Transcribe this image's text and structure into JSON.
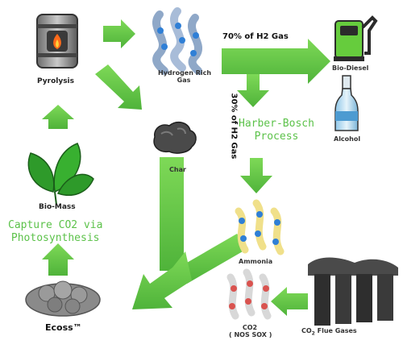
{
  "labels": {
    "pyrolysis": "Pyrolysis",
    "hydrogen_line1": "Hydrogen Rich",
    "hydrogen_line2": "Gas",
    "char": "Char",
    "biomass": "Bio-Mass",
    "capture_line1": "Capture CO2 via",
    "capture_line2": "Photosynthesis",
    "ecoss": "Ecoss™",
    "h2_70": "70% of H2 Gas",
    "h2_30": "30% of H2 Gas",
    "harber_line1": "Harber-Bosch",
    "harber_line2": "Process",
    "biodiesel": "Bio-Diesel",
    "alcohol": "Alcohol",
    "ammonia": "Ammonia",
    "co2": "CO2",
    "nos_sox": "( NOS SOX )",
    "flue_prefix": "CO",
    "flue_sub": "2",
    "flue_suffix": " Flue Gases"
  },
  "colors": {
    "arrow_green": "#66cc3d",
    "text_green": "#5cc24a",
    "leaf_green": "#2e9a2a",
    "stone_grey": "#8a8a8a",
    "dark_grey": "#3a3a3a"
  },
  "icons": [
    "pyrolysis-furnace-icon",
    "hydrogen-gas-icon",
    "fuel-pump-icon",
    "bottle-icon",
    "char-icon",
    "leaves-icon",
    "ammonia-icon",
    "co2-molecule-icon",
    "flue-stack-icon",
    "ecoss-rocks-icon"
  ]
}
